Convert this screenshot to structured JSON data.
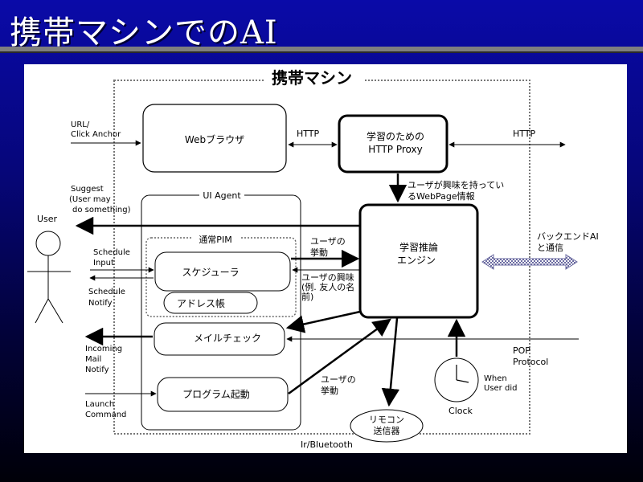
{
  "slide": {
    "title": "携帯マシンでのAI"
  },
  "diagram": {
    "machine_label": "携帯マシン",
    "nodes": {
      "browser": "Webブラウザ",
      "proxy_line1": "学習のための",
      "proxy_line2": "HTTP Proxy",
      "ui_agent": "UI Agent",
      "pim": "通常PIM",
      "scheduler": "スケジューラ",
      "address": "アドレス帳",
      "mail_check": "メイルチェック",
      "launcher": "プログラム起動",
      "engine_line1": "学習推論",
      "engine_line2": "エンジン",
      "remote_line1": "リモコン",
      "remote_line2": "送信器",
      "clock": "Clock"
    },
    "labels": {
      "user": "User",
      "url_line1": "URL/",
      "url_line2": "Click Anchor",
      "http_left": "HTTP",
      "http_right": "HTTP",
      "suggest_line1": "Suggest",
      "suggest_line2": "(User may",
      "suggest_line3": "do something)",
      "schedule_input_line1": "Schedule",
      "schedule_input_line2": "Input",
      "schedule_notify_line1": "Schedule",
      "schedule_notify_line2": "Notify",
      "incoming_line1": "Incoming",
      "incoming_line2": "Mail",
      "incoming_line3": "Notify",
      "launch_line1": "Launch",
      "launch_line2": "Command",
      "interest_line1": "ユーザが興味を持ってい",
      "interest_line2": "るWebPage情報",
      "behavior1_line1": "ユーザの",
      "behavior1_line2": "挙動",
      "interest_name_line1": "ユーザの興味",
      "interest_name_line2": "(例. 友人の名",
      "interest_name_line3": "前)",
      "behavior2_line1": "ユーザの",
      "behavior2_line2": "挙動",
      "backend_line1": "バックエンドAI",
      "backend_line2": "と通信",
      "pop_line1": "POP",
      "pop_line2": "Protocol",
      "when_line1": "When",
      "when_line2": "User did",
      "ir": "Ir/Bluetooth"
    }
  }
}
